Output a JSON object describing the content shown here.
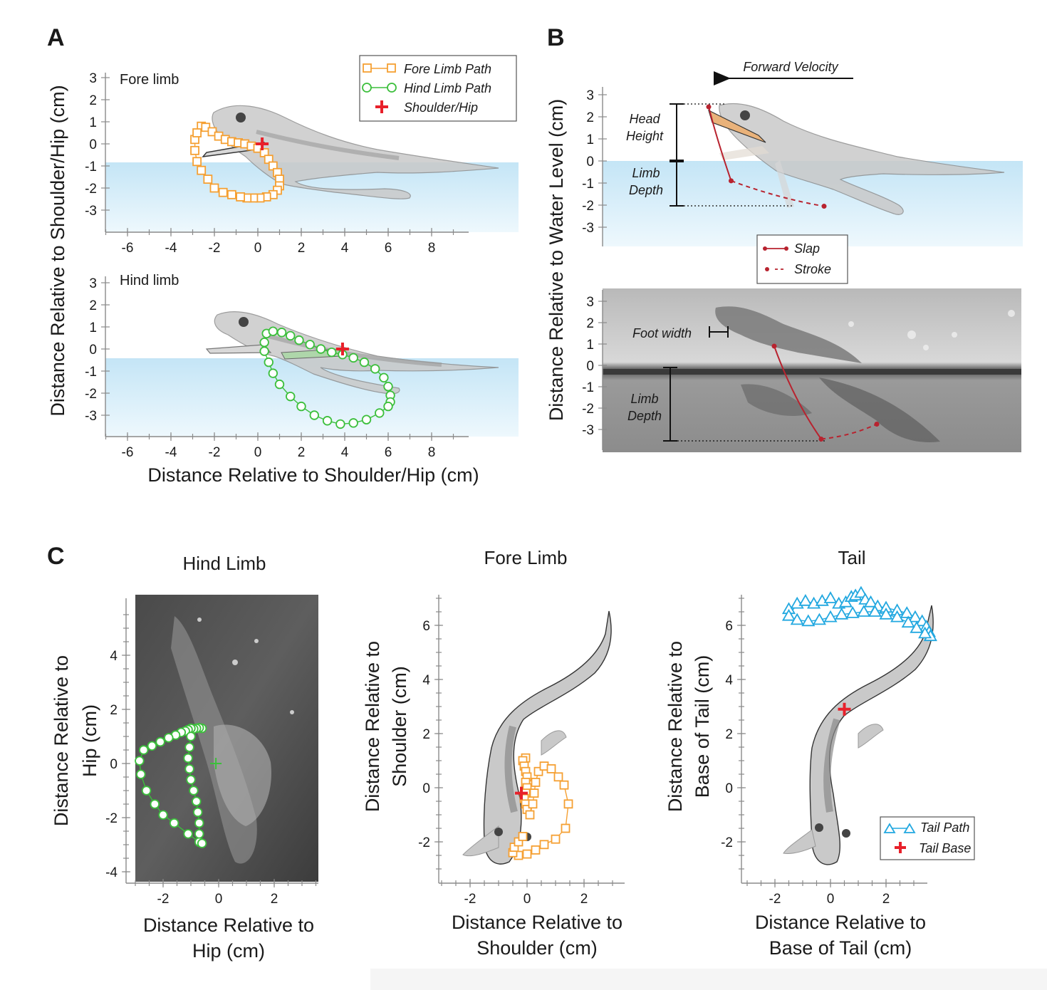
{
  "figure_labels": {
    "a": "A",
    "b": "B",
    "c": "C"
  },
  "panel_a": {
    "ylabel": "Distance Relative to Shoulder/Hip (cm)",
    "xlabel": "Distance Relative to Shoulder/Hip (cm)",
    "top_label": "Fore limb",
    "bottom_label": "Hind limb",
    "legend": [
      "Fore Limb Path",
      "Hind Limb Path",
      "Shoulder/Hip"
    ]
  },
  "panel_b": {
    "ylabel": "Distance Relative to Water Level (cm)",
    "arrow_label": "Forward Velocity",
    "head_height_label": [
      "Head",
      "Height"
    ],
    "limb_depth_label": [
      "Limb",
      "Depth"
    ],
    "foot_width_label": "Foot width",
    "limb_depth_label_2": [
      "Limb",
      "Depth"
    ],
    "legend": [
      "Slap",
      "Stroke"
    ]
  },
  "panel_c": {
    "hind_title": "Hind Limb",
    "fore_title": "Fore Limb",
    "tail_title": "Tail",
    "hind_ylabel": [
      "Distance Relative to",
      "Hip (cm)"
    ],
    "hind_xlabel": [
      "Distance Relative to",
      "Hip (cm)"
    ],
    "fore_ylabel": [
      "Distance Relative to",
      "Shoulder (cm)"
    ],
    "fore_xlabel": [
      "Distance Relative to",
      "Shoulder (cm)"
    ],
    "tail_ylabel": [
      "Distance Relative to",
      "Base of Tail (cm)"
    ],
    "tail_xlabel": [
      "Distance Relative to",
      "Base of Tail (cm)"
    ],
    "legend": [
      "Tail Path",
      "Tail Base"
    ]
  },
  "colors": {
    "fore_limb": "#f5a033",
    "hind_limb": "#3cbf3c",
    "marker": "#e8202a",
    "tail": "#22a8e0",
    "slap": "#b8232f",
    "water": "#cfe9f7",
    "body": "#c9c9c9"
  },
  "chart_data": [
    {
      "type": "scatter",
      "panel": "A-top",
      "series": [
        {
          "name": "Fore Limb Path",
          "marker": "square",
          "points": [
            [
              -2.6,
              0.8
            ],
            [
              -2.4,
              0.75
            ],
            [
              -2.1,
              0.55
            ],
            [
              -1.8,
              0.35
            ],
            [
              -1.5,
              0.2
            ],
            [
              -1.2,
              0.1
            ],
            [
              -0.9,
              0.05
            ],
            [
              -0.6,
              0.0
            ],
            [
              -0.3,
              -0.1
            ],
            [
              0.0,
              -0.2
            ],
            [
              0.3,
              -0.4
            ],
            [
              0.5,
              -0.7
            ],
            [
              0.7,
              -1.0
            ],
            [
              0.9,
              -1.3
            ],
            [
              1.0,
              -1.6
            ],
            [
              1.0,
              -1.9
            ],
            [
              0.9,
              -2.1
            ],
            [
              0.7,
              -2.3
            ],
            [
              0.4,
              -2.4
            ],
            [
              0.1,
              -2.45
            ],
            [
              -0.2,
              -2.45
            ],
            [
              -0.5,
              -2.45
            ],
            [
              -0.8,
              -2.4
            ],
            [
              -1.2,
              -2.3
            ],
            [
              -1.6,
              -2.2
            ],
            [
              -2.0,
              -2.0
            ],
            [
              -2.3,
              -1.6
            ],
            [
              -2.6,
              -1.2
            ],
            [
              -2.8,
              -0.8
            ],
            [
              -2.9,
              -0.3
            ],
            [
              -2.9,
              0.2
            ],
            [
              -2.8,
              0.5
            ]
          ]
        },
        {
          "name": "Shoulder/Hip",
          "marker": "cross",
          "points": [
            [
              0.2,
              0.0
            ]
          ]
        }
      ],
      "xlim": [
        -7,
        10
      ],
      "ylim": [
        -4,
        3.5
      ],
      "water_level": -0.85
    },
    {
      "type": "scatter",
      "panel": "A-bottom",
      "series": [
        {
          "name": "Hind Limb Path",
          "marker": "circle",
          "points": [
            [
              0.4,
              0.7
            ],
            [
              0.7,
              0.8
            ],
            [
              1.1,
              0.75
            ],
            [
              1.5,
              0.6
            ],
            [
              1.9,
              0.4
            ],
            [
              2.4,
              0.2
            ],
            [
              2.9,
              0.0
            ],
            [
              3.4,
              -0.15
            ],
            [
              3.9,
              -0.25
            ],
            [
              4.4,
              -0.4
            ],
            [
              4.9,
              -0.6
            ],
            [
              5.4,
              -0.9
            ],
            [
              5.8,
              -1.3
            ],
            [
              6.0,
              -1.7
            ],
            [
              6.1,
              -2.1
            ],
            [
              6.1,
              -2.4
            ],
            [
              6.0,
              -2.6
            ],
            [
              5.6,
              -2.9
            ],
            [
              5.0,
              -3.2
            ],
            [
              4.4,
              -3.35
            ],
            [
              3.8,
              -3.4
            ],
            [
              3.2,
              -3.25
            ],
            [
              2.6,
              -3.0
            ],
            [
              2.0,
              -2.6
            ],
            [
              1.5,
              -2.15
            ],
            [
              1.0,
              -1.6
            ],
            [
              0.7,
              -1.1
            ],
            [
              0.5,
              -0.6
            ],
            [
              0.3,
              -0.1
            ],
            [
              0.3,
              0.3
            ]
          ]
        },
        {
          "name": "Shoulder/Hip",
          "marker": "cross",
          "points": [
            [
              3.9,
              0.0
            ]
          ]
        }
      ],
      "xlim": [
        -7,
        10
      ],
      "ylim": [
        -4,
        3.5
      ],
      "water_level": -0.45
    },
    {
      "type": "line",
      "panel": "B-top",
      "series": [
        {
          "name": "Slap",
          "points": [
            [
              -1.0,
              2.45
            ],
            [
              -0.75,
              1.0
            ],
            [
              -0.3,
              -0.9
            ]
          ]
        },
        {
          "name": "Stroke",
          "points": [
            [
              -0.3,
              -0.9
            ],
            [
              1.2,
              -1.7
            ],
            [
              2.6,
              -2.05
            ]
          ]
        }
      ],
      "ylim": [
        -4,
        3.5
      ]
    },
    {
      "type": "line",
      "panel": "B-bottom",
      "series": [
        {
          "name": "Slap",
          "points": [
            [
              0.0,
              0.9
            ],
            [
              0.9,
              -1.6
            ],
            [
              2.2,
              -3.45
            ]
          ]
        },
        {
          "name": "Stroke",
          "points": [
            [
              2.2,
              -3.45
            ],
            [
              3.6,
              -3.3
            ],
            [
              4.8,
              -2.75
            ]
          ]
        }
      ],
      "ylim": [
        -4,
        3.5
      ]
    },
    {
      "type": "scatter",
      "panel": "C-hind",
      "title": "Hind Limb",
      "series": [
        {
          "name": "Hind Limb Path",
          "marker": "circle",
          "points": [
            [
              -0.6,
              1.3
            ],
            [
              -0.7,
              1.32
            ],
            [
              -0.8,
              1.3
            ],
            [
              -0.9,
              1.28
            ],
            [
              -1.0,
              1.3
            ],
            [
              -1.1,
              1.25
            ],
            [
              -1.2,
              1.2
            ],
            [
              -1.35,
              1.15
            ],
            [
              -1.55,
              1.05
            ],
            [
              -1.8,
              0.95
            ],
            [
              -2.1,
              0.8
            ],
            [
              -2.4,
              0.65
            ],
            [
              -2.7,
              0.5
            ],
            [
              -2.85,
              0.1
            ],
            [
              -2.8,
              -0.4
            ],
            [
              -2.6,
              -1.0
            ],
            [
              -2.3,
              -1.5
            ],
            [
              -2.0,
              -1.9
            ],
            [
              -1.6,
              -2.2
            ],
            [
              -1.1,
              -2.6
            ],
            [
              -0.7,
              -2.9
            ],
            [
              -0.6,
              -2.95
            ],
            [
              -0.7,
              -2.6
            ],
            [
              -0.7,
              -2.2
            ],
            [
              -0.75,
              -1.8
            ],
            [
              -0.8,
              -1.4
            ],
            [
              -0.9,
              -1.0
            ],
            [
              -1.0,
              -0.6
            ],
            [
              -1.05,
              -0.2
            ],
            [
              -1.1,
              0.2
            ],
            [
              -1.05,
              0.6
            ],
            [
              -1.0,
              1.0
            ]
          ]
        },
        {
          "name": "Hip",
          "marker": "cross",
          "points": [
            [
              -0.1,
              0.0
            ]
          ]
        }
      ],
      "xlim": [
        -3.2,
        3.5
      ],
      "ylim": [
        -4.3,
        6
      ]
    },
    {
      "type": "scatter",
      "panel": "C-fore",
      "title": "Fore Limb",
      "series": [
        {
          "name": "Fore Limb Path",
          "marker": "square",
          "points": [
            [
              -0.05,
              1.1
            ],
            [
              -0.15,
              1.0
            ],
            [
              -0.1,
              0.8
            ],
            [
              -0.05,
              0.6
            ],
            [
              0.0,
              0.4
            ],
            [
              -0.05,
              0.2
            ],
            [
              0.0,
              0.0
            ],
            [
              -0.05,
              -0.2
            ],
            [
              -0.1,
              -0.4
            ],
            [
              -0.05,
              -0.6
            ],
            [
              0.0,
              -0.8
            ],
            [
              0.1,
              -1.0
            ],
            [
              0.2,
              -0.6
            ],
            [
              0.25,
              -0.2
            ],
            [
              0.3,
              0.2
            ],
            [
              0.4,
              0.6
            ],
            [
              0.6,
              0.8
            ],
            [
              0.85,
              0.7
            ],
            [
              1.1,
              0.4
            ],
            [
              1.3,
              0.1
            ],
            [
              1.45,
              -0.6
            ],
            [
              1.35,
              -1.5
            ],
            [
              1.0,
              -1.9
            ],
            [
              0.6,
              -2.1
            ],
            [
              0.3,
              -2.3
            ],
            [
              0.0,
              -2.45
            ],
            [
              -0.3,
              -2.5
            ],
            [
              -0.5,
              -2.4
            ],
            [
              -0.45,
              -2.2
            ],
            [
              -0.3,
              -2.0
            ],
            [
              -0.15,
              -1.8
            ]
          ]
        },
        {
          "name": "Shoulder",
          "marker": "cross",
          "points": [
            [
              -0.2,
              -0.2
            ]
          ]
        }
      ],
      "xlim": [
        -3.2,
        3.5
      ],
      "ylim": [
        -3.4,
        7
      ]
    },
    {
      "type": "scatter",
      "panel": "C-tail",
      "title": "Tail",
      "series": [
        {
          "name": "Tail Path",
          "marker": "triangle",
          "points": [
            [
              -1.5,
              6.6
            ],
            [
              -1.5,
              6.35
            ],
            [
              -1.2,
              6.8
            ],
            [
              -0.9,
              6.9
            ],
            [
              -0.6,
              6.8
            ],
            [
              -0.3,
              6.9
            ],
            [
              0.0,
              7.0
            ],
            [
              0.3,
              6.8
            ],
            [
              0.55,
              6.85
            ],
            [
              0.75,
              7.05
            ],
            [
              0.9,
              7.1
            ],
            [
              1.1,
              7.2
            ],
            [
              1.25,
              6.95
            ],
            [
              1.45,
              6.85
            ],
            [
              1.7,
              6.7
            ],
            [
              2.0,
              6.65
            ],
            [
              2.4,
              6.55
            ],
            [
              2.75,
              6.45
            ],
            [
              3.05,
              6.3
            ],
            [
              3.3,
              6.15
            ],
            [
              3.45,
              5.95
            ],
            [
              3.55,
              5.75
            ],
            [
              3.6,
              5.6
            ],
            [
              3.4,
              5.7
            ],
            [
              3.1,
              5.9
            ],
            [
              2.8,
              6.1
            ],
            [
              2.4,
              6.3
            ],
            [
              2.0,
              6.4
            ],
            [
              1.6,
              6.5
            ],
            [
              1.2,
              6.5
            ],
            [
              0.8,
              6.45
            ],
            [
              0.4,
              6.4
            ],
            [
              0.0,
              6.3
            ],
            [
              -0.4,
              6.2
            ],
            [
              -0.8,
              6.15
            ],
            [
              -1.2,
              6.2
            ]
          ]
        },
        {
          "name": "Tail Base",
          "marker": "cross",
          "points": [
            [
              0.5,
              2.9
            ]
          ]
        }
      ],
      "xlim": [
        -3.2,
        3.5
      ],
      "ylim": [
        -3.4,
        7
      ]
    }
  ]
}
